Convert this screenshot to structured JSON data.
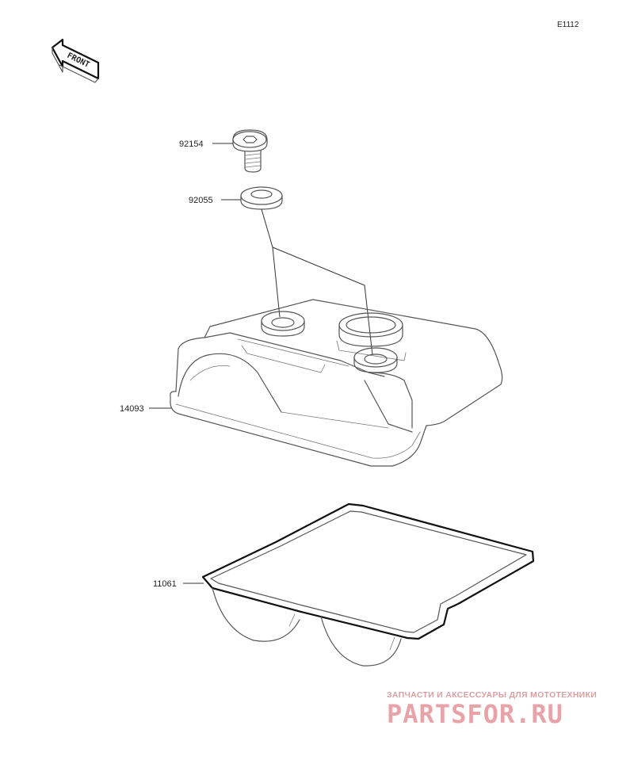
{
  "diagram_code": "E1112",
  "front_indicator": {
    "label": "FRONT",
    "icon": "front-direction-arrow-icon"
  },
  "parts": [
    {
      "id": "bolt",
      "number": "92154"
    },
    {
      "id": "washer",
      "number": "92055"
    },
    {
      "id": "cover",
      "number": "14093"
    },
    {
      "id": "gasket",
      "number": "11061"
    }
  ],
  "watermark": {
    "tagline": "ЗАПЧАСТИ И АКСЕССУАРЫ ДЛЯ МОТОТЕХНИКИ",
    "brand": "PARTSFOR.RU",
    "color": "#e8a3a9"
  }
}
